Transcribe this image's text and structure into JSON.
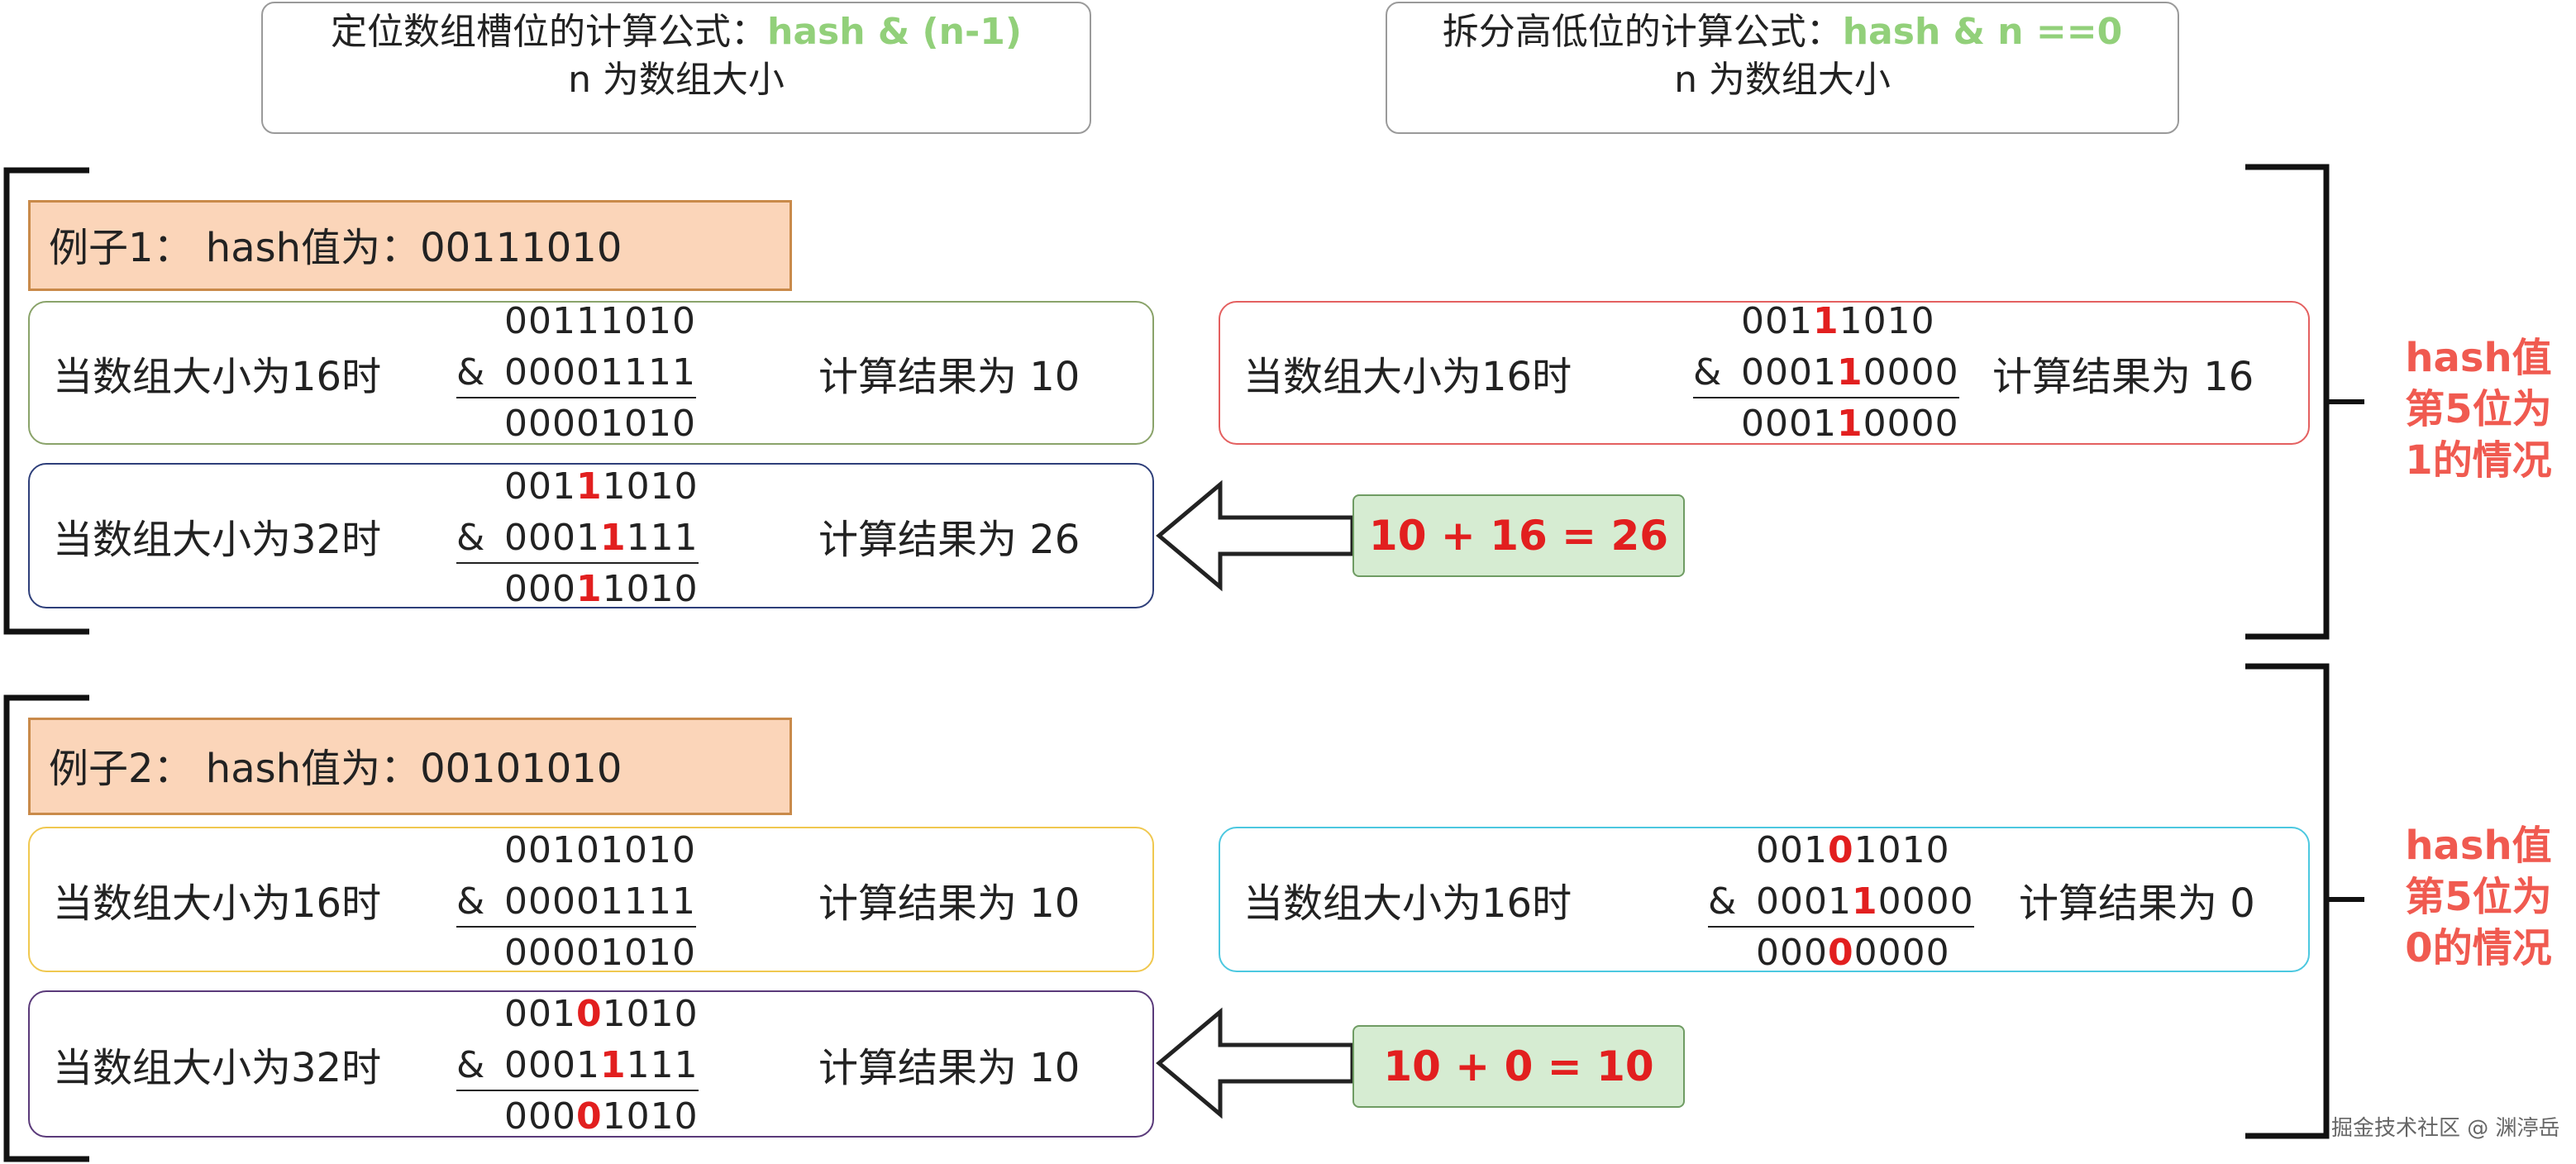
{
  "formulas": {
    "left": {
      "prefix": "定位数组槽位的计算公式：",
      "expression": "hash & (n-1)",
      "note": "n 为数组大小"
    },
    "right": {
      "prefix": "拆分高低位的计算公式：",
      "expression": "hash & n ==0",
      "note": "n 为数组大小"
    }
  },
  "examples": [
    {
      "title": "例子1：  hash值为：00111010",
      "rows": [
        {
          "label": "当数组大小为16时",
          "result": "计算结果为 10",
          "hash": {
            "a": "00111010"
          },
          "mask": {
            "a": "00001111"
          },
          "out": {
            "a": "00001010"
          }
        },
        {
          "label": "当数组大小为32时",
          "result": "计算结果为 26",
          "hash": {
            "a": "001",
            "b": "1",
            "c": "1010"
          },
          "mask": {
            "a": "0001",
            "b": "1",
            "c": "111"
          },
          "out": {
            "a": "000",
            "b": "1",
            "c": "1010"
          }
        }
      ],
      "split": {
        "label": "当数组大小为16时",
        "result": "计算结果为 16",
        "hash": {
          "a": "001",
          "b": "1",
          "c": "1010"
        },
        "mask": {
          "a": "0001",
          "b": "1",
          "c": "0000"
        },
        "out": {
          "a": "0001",
          "b": "",
          "c": "0000"
        },
        "out_red": "1"
      },
      "sum": "10 + 16 = 26",
      "side_label": [
        "hash值",
        "第5位为",
        "1的情况"
      ]
    },
    {
      "title": "例子2：  hash值为：00101010",
      "rows": [
        {
          "label": "当数组大小为16时",
          "result": "计算结果为 10",
          "hash": {
            "a": "00101010"
          },
          "mask": {
            "a": "00001111"
          },
          "out": {
            "a": "00001010"
          }
        },
        {
          "label": "当数组大小为32时",
          "result": "计算结果为 10",
          "hash": {
            "a": "001",
            "b": "0",
            "c": "1010"
          },
          "mask": {
            "a": "0001",
            "b": "1",
            "c": "111"
          },
          "out": {
            "a": "000",
            "b": "0",
            "c": "1010"
          }
        }
      ],
      "split": {
        "label": "当数组大小为16时",
        "result": "计算结果为 0",
        "hash": {
          "a": "001",
          "b": "0",
          "c": "1010"
        },
        "mask": {
          "a": "0001",
          "b": "1",
          "c": "0000"
        },
        "out": {
          "a": "000",
          "b": "0",
          "c": "0000"
        }
      },
      "sum": "10 + 0 = 10",
      "side_label": [
        "hash值",
        "第5位为",
        "0的情况"
      ]
    }
  ],
  "operator": "&",
  "watermark": "掘金技术社区 @ 渊渟岳",
  "colors": {
    "highlight_green": "#92d07a",
    "red": "#e21f1f",
    "side_label": "#f05a50",
    "ex1_row16_border": "#8aa36a",
    "ex1_row32_border": "#2e3f7a",
    "ex1_split_border": "#e46060",
    "ex2_row16_border": "#f0c850",
    "ex2_row32_border": "#5a3a7a",
    "ex2_split_border": "#4cc8e0"
  }
}
